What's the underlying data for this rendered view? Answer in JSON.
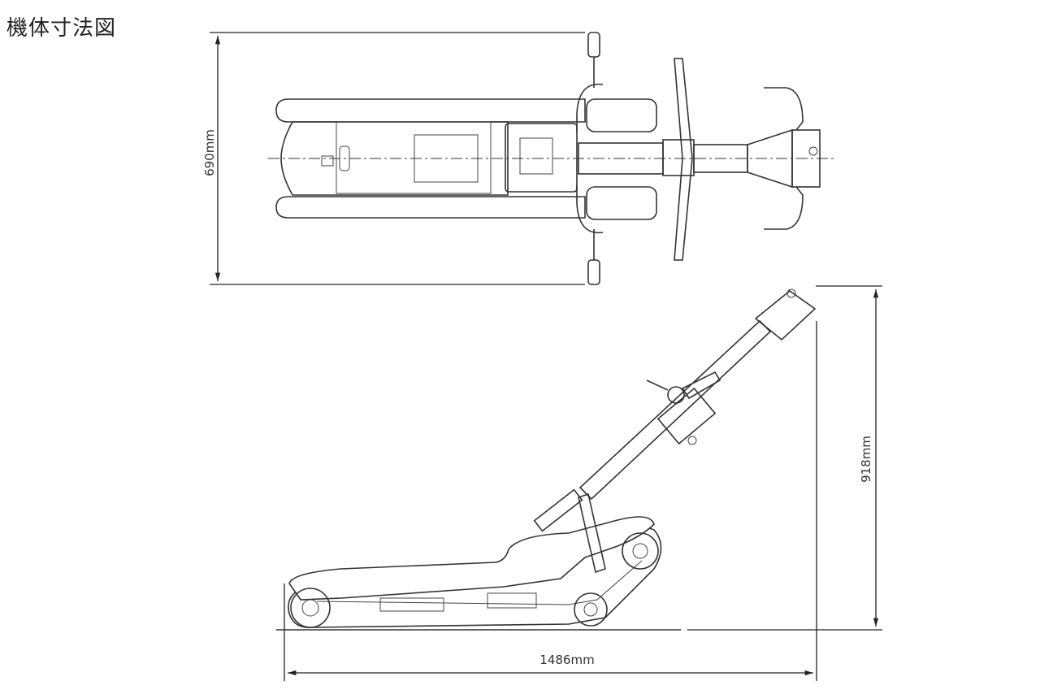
{
  "title": "機体寸法図",
  "dimensions": {
    "width": "690mm",
    "height": "918mm",
    "length": "1486mm"
  }
}
